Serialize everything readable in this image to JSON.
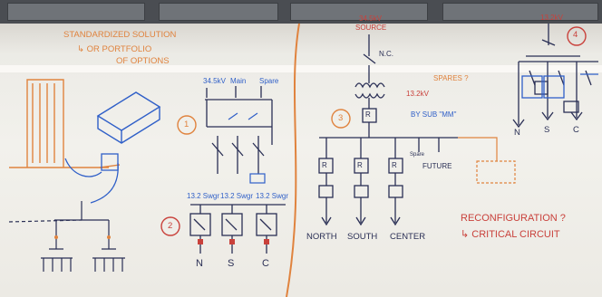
{
  "left_notes": {
    "title": "STANDARDIZED SOLUTION",
    "subtitle_line1": "↳ OR PORTFOLIO",
    "subtitle_line2": "OF OPTIONS"
  },
  "option_1": {
    "number": "1",
    "top_labels": [
      "34.5kV",
      "Main",
      "Spare"
    ],
    "bottom_labels": [],
    "feeder_labels": []
  },
  "option_2": {
    "number": "2",
    "top_labels": [
      "13.2 Swgr",
      "13.2 Swgr",
      "13.2 Swgr"
    ],
    "feeder_labels": [
      "N",
      "S",
      "C"
    ]
  },
  "option_3": {
    "number": "3",
    "source_line1": "34.5kV",
    "source_line2": "SOURCE",
    "nc_label": "N.C.",
    "spares_label": "SPARES ?",
    "transformer_label": "13.2kV",
    "relay_label": "R",
    "by_sub_label": "BY SUB \"MM\"",
    "spare_label": "Spare",
    "future_label": "FUTURE",
    "feeder_labels": [
      "NORTH",
      "SOUTH",
      "CENTER"
    ]
  },
  "option_4": {
    "number": "4",
    "voltage_label": "13.2kV",
    "feeder_labels": [
      "N",
      "S",
      "C"
    ]
  },
  "reconfig_notes": {
    "line1": "RECONFIGURATION ?",
    "line2": "↳ CRITICAL CIRCUIT"
  },
  "colors": {
    "orange_marker": "#e0833e",
    "blue_marker": "#2f5fc8",
    "dark_marker": "#2a2f55",
    "red_marker": "#c9413b",
    "board": "#f2f1ec"
  }
}
